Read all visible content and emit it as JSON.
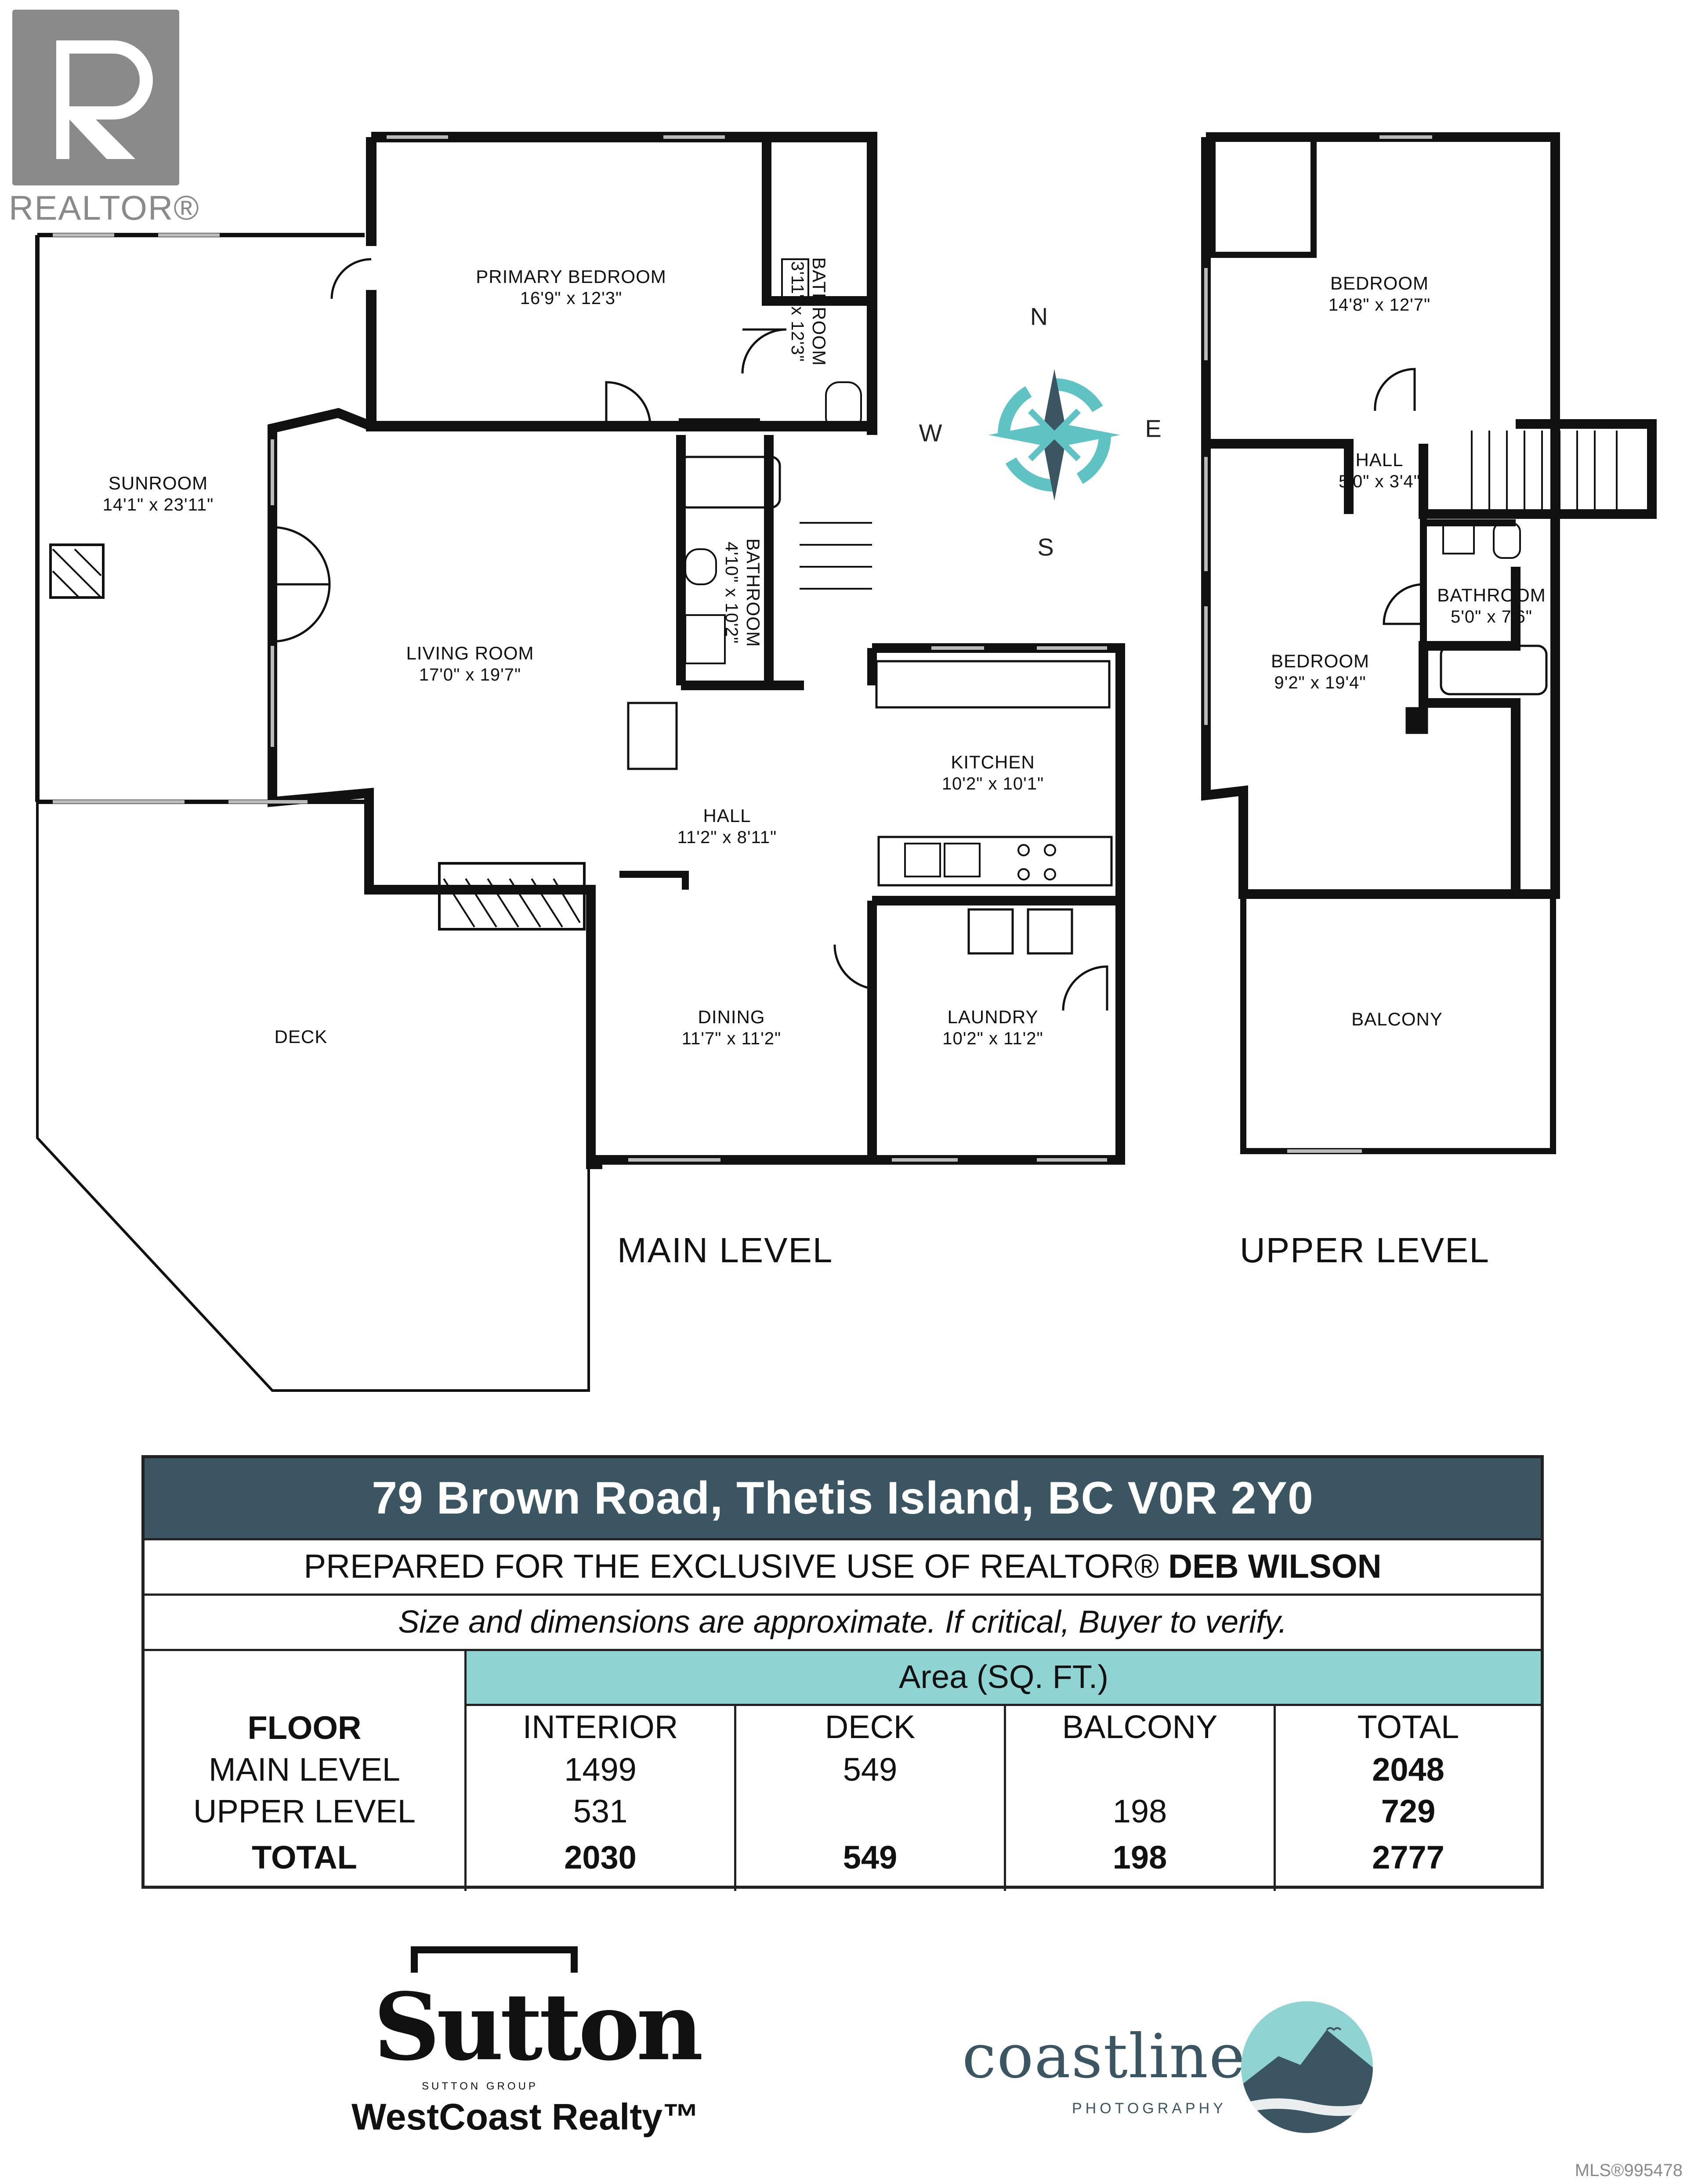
{
  "realtor_logo": {
    "text": "REALTOR®"
  },
  "compass": {
    "n": "N",
    "s": "S",
    "e": "E",
    "w": "W",
    "color": "#5fc3c3",
    "dark": "#3b5662"
  },
  "main_level": {
    "title": "MAIN LEVEL",
    "rooms": {
      "primary_bedroom": {
        "name": "PRIMARY BEDROOM",
        "dim": "16'9\" x 12'3\""
      },
      "bathroom_1": {
        "name": "BATHROOM",
        "dim": "3'11\" x 12'3\""
      },
      "sunroom": {
        "name": "SUNROOM",
        "dim": "14'1\" x 23'11\""
      },
      "bathroom_2": {
        "name": "BATHROOM",
        "dim": "4'10\" x 10'2\""
      },
      "living_room": {
        "name": "LIVING ROOM",
        "dim": "17'0\" x 19'7\""
      },
      "kitchen": {
        "name": "KITCHEN",
        "dim": "10'2\" x 10'1\""
      },
      "hall": {
        "name": "HALL",
        "dim": "11'2\" x 8'11\""
      },
      "deck": {
        "name": "DECK"
      },
      "dining": {
        "name": "DINING",
        "dim": "11'7\" x 11'2\""
      },
      "laundry": {
        "name": "LAUNDRY",
        "dim": "10'2\" x 11'2\""
      }
    }
  },
  "upper_level": {
    "title": "UPPER LEVEL",
    "rooms": {
      "bedroom_1": {
        "name": "BEDROOM",
        "dim": "14'8\" x 12'7\""
      },
      "hall": {
        "name": "HALL",
        "dim": "5'0\" x 3'4\""
      },
      "bathroom": {
        "name": "BATHROOM",
        "dim": "5'0\" x 7'6\""
      },
      "bedroom_2": {
        "name": "BEDROOM",
        "dim": "9'2\" x 19'4\""
      },
      "balcony": {
        "name": "BALCONY"
      }
    }
  },
  "area_table": {
    "address": "79 Brown Road, Thetis Island, BC V0R 2Y0",
    "prepared_prefix": "PREPARED FOR THE EXCLUSIVE USE OF REALTOR®",
    "prepared_name": "DEB WILSON",
    "disclaimer": "Size and dimensions are approximate. If critical, Buyer to verify.",
    "area_header": "Area (SQ. FT.)",
    "columns": [
      "FLOOR",
      "INTERIOR",
      "DECK",
      "BALCONY",
      "TOTAL"
    ],
    "rows": [
      [
        "MAIN LEVEL",
        "1499",
        "549",
        "",
        "2048"
      ],
      [
        "UPPER LEVEL",
        "531",
        "",
        "198",
        "729"
      ],
      [
        "TOTAL",
        "2030",
        "549",
        "198",
        "2777"
      ]
    ],
    "header_color": "#3b5662",
    "accent_color": "#8fd3d3"
  },
  "sutton_logo": {
    "brand": "Sutton",
    "group": "SUTTON GROUP",
    "realty": "WestCoast Realty™"
  },
  "coastline_logo": {
    "name": "coastline",
    "sub": "PHOTOGRAPHY"
  },
  "mls": "MLS®995478"
}
